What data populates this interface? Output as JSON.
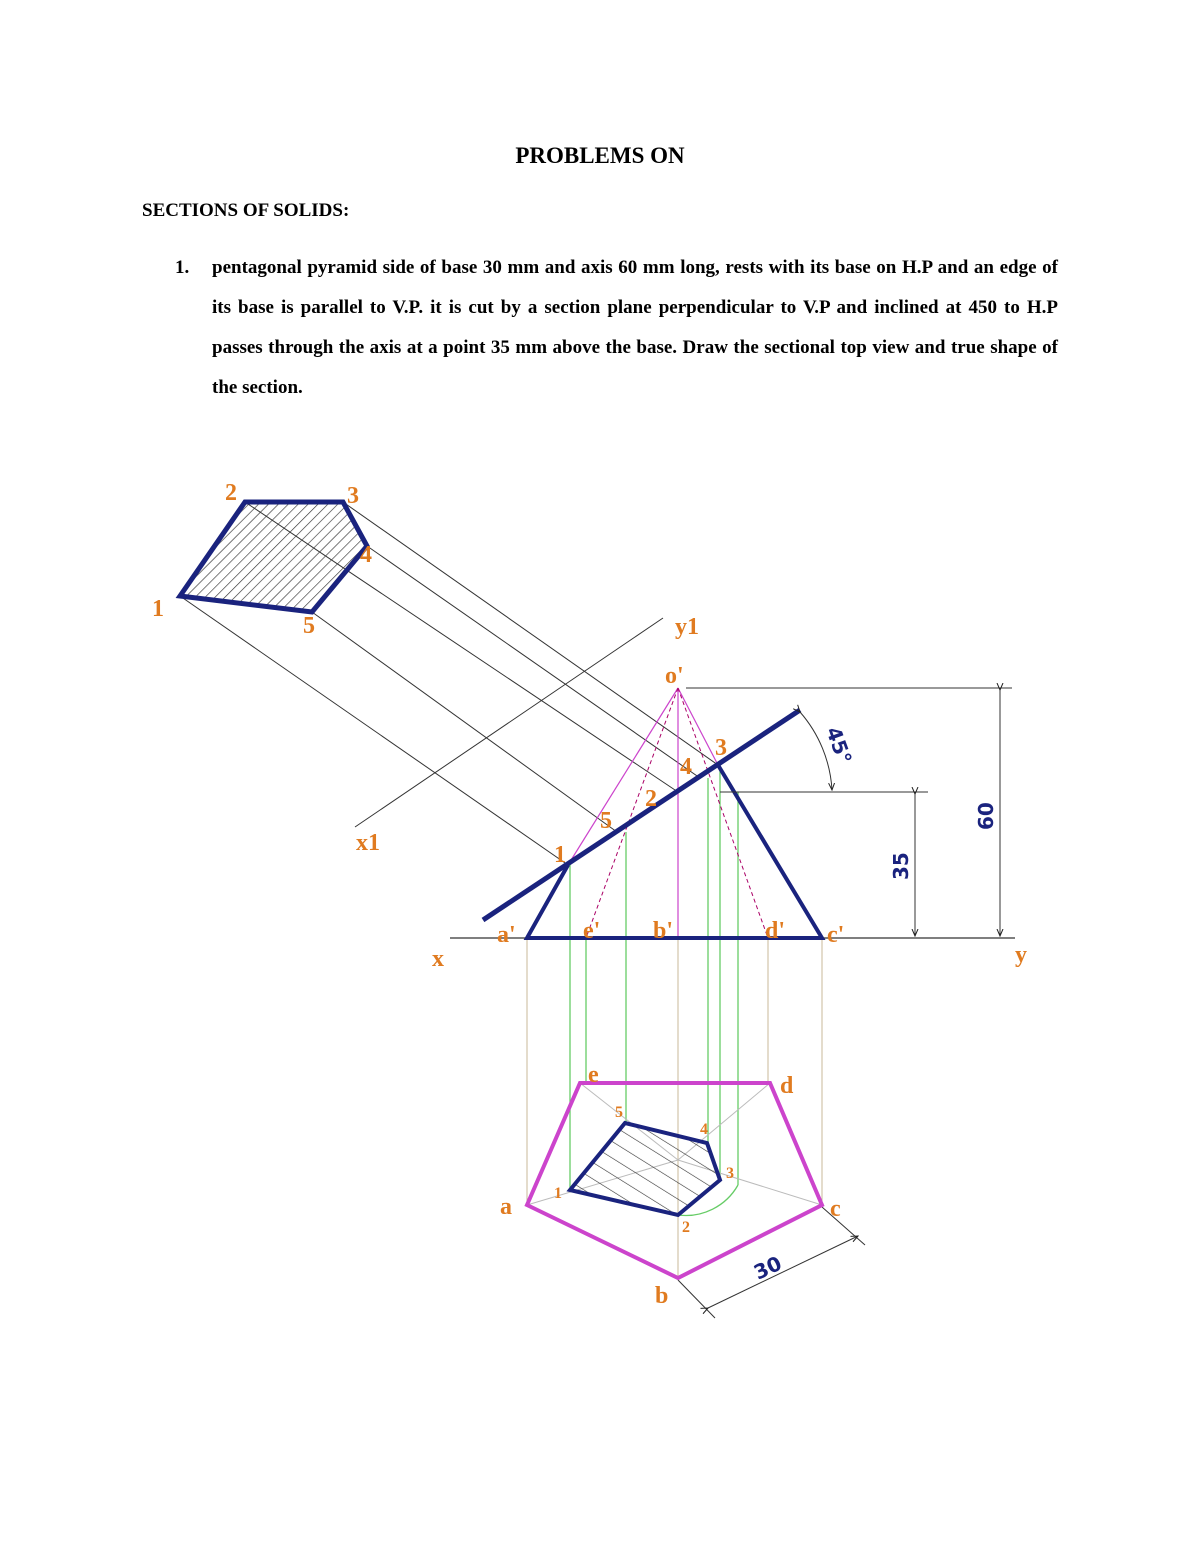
{
  "document": {
    "title": "PROBLEMS ON",
    "section": "SECTIONS OF SOLIDS:",
    "problem_number": "1.",
    "problem_text": "pentagonal pyramid side of base 30 mm and axis 60 mm long, rests with its base on H.P and an edge of its base is parallel to V.P. it is cut by a section plane perpendicular to V.P and inclined at 450 to H.P passes through the axis at a point 35 mm above the base. Draw the sectional top view and true shape of the section."
  },
  "diagram": {
    "colors": {
      "outline": "#1a237e",
      "labels": "#e07b20",
      "top_view": "#cc44cc",
      "projectors": "#66cc66"
    },
    "true_shape_labels": [
      "1",
      "2",
      "3",
      "4",
      "5"
    ],
    "aux_axis": {
      "x1": "x1",
      "y1": "y1"
    },
    "front_view_labels": {
      "apex": "o'",
      "a": "a'",
      "e": "e'",
      "b": "b'",
      "d": "d'",
      "c": "c'",
      "p1": "1",
      "p5": "5",
      "p2": "2",
      "p4": "4",
      "p3": "3"
    },
    "axis": {
      "x": "x",
      "y": "y"
    },
    "top_view_labels": {
      "a": "a",
      "b": "b",
      "c": "c",
      "d": "d",
      "e": "e",
      "p1": "1",
      "p2": "2",
      "p3": "3",
      "p4": "4",
      "p5": "5"
    },
    "dimensions": {
      "height": "60",
      "cut_height": "35",
      "angle": "45°",
      "side": "30"
    }
  }
}
